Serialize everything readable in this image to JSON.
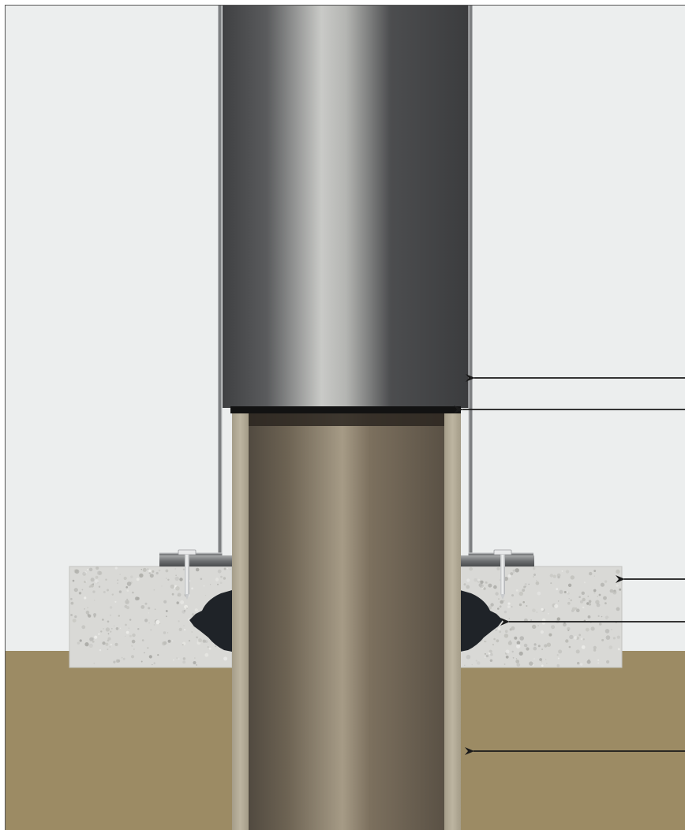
{
  "diagram": {
    "components": [
      {
        "id": "outer-sleeve",
        "icon": "steel-sleeve"
      },
      {
        "id": "sleeve-cap-gap",
        "icon": "gap-line"
      },
      {
        "id": "concrete-slab",
        "icon": "concrete"
      },
      {
        "id": "sealing-gasket",
        "icon": "rubber-seal"
      },
      {
        "id": "inner-pipe",
        "icon": "pipe"
      }
    ],
    "callouts": [
      {
        "target": "outer-sleeve"
      },
      {
        "target": "sleeve-cap-gap"
      },
      {
        "target": "concrete-slab"
      },
      {
        "target": "sealing-gasket"
      },
      {
        "target": "inner-pipe"
      }
    ],
    "colors": {
      "wall": "#eceeee",
      "soil": "#9c8b64",
      "concrete": "#d9d9d6",
      "sleeve_dark": "#4b4c4e",
      "sleeve_light": "#c9cac7",
      "pipe_dark": "#5d5447",
      "pipe_light": "#a69b86",
      "pipe_wall": "#b5ad98",
      "gasket": "#1f2328",
      "arrow": "#1a1a1a",
      "frame": "#555555"
    }
  }
}
